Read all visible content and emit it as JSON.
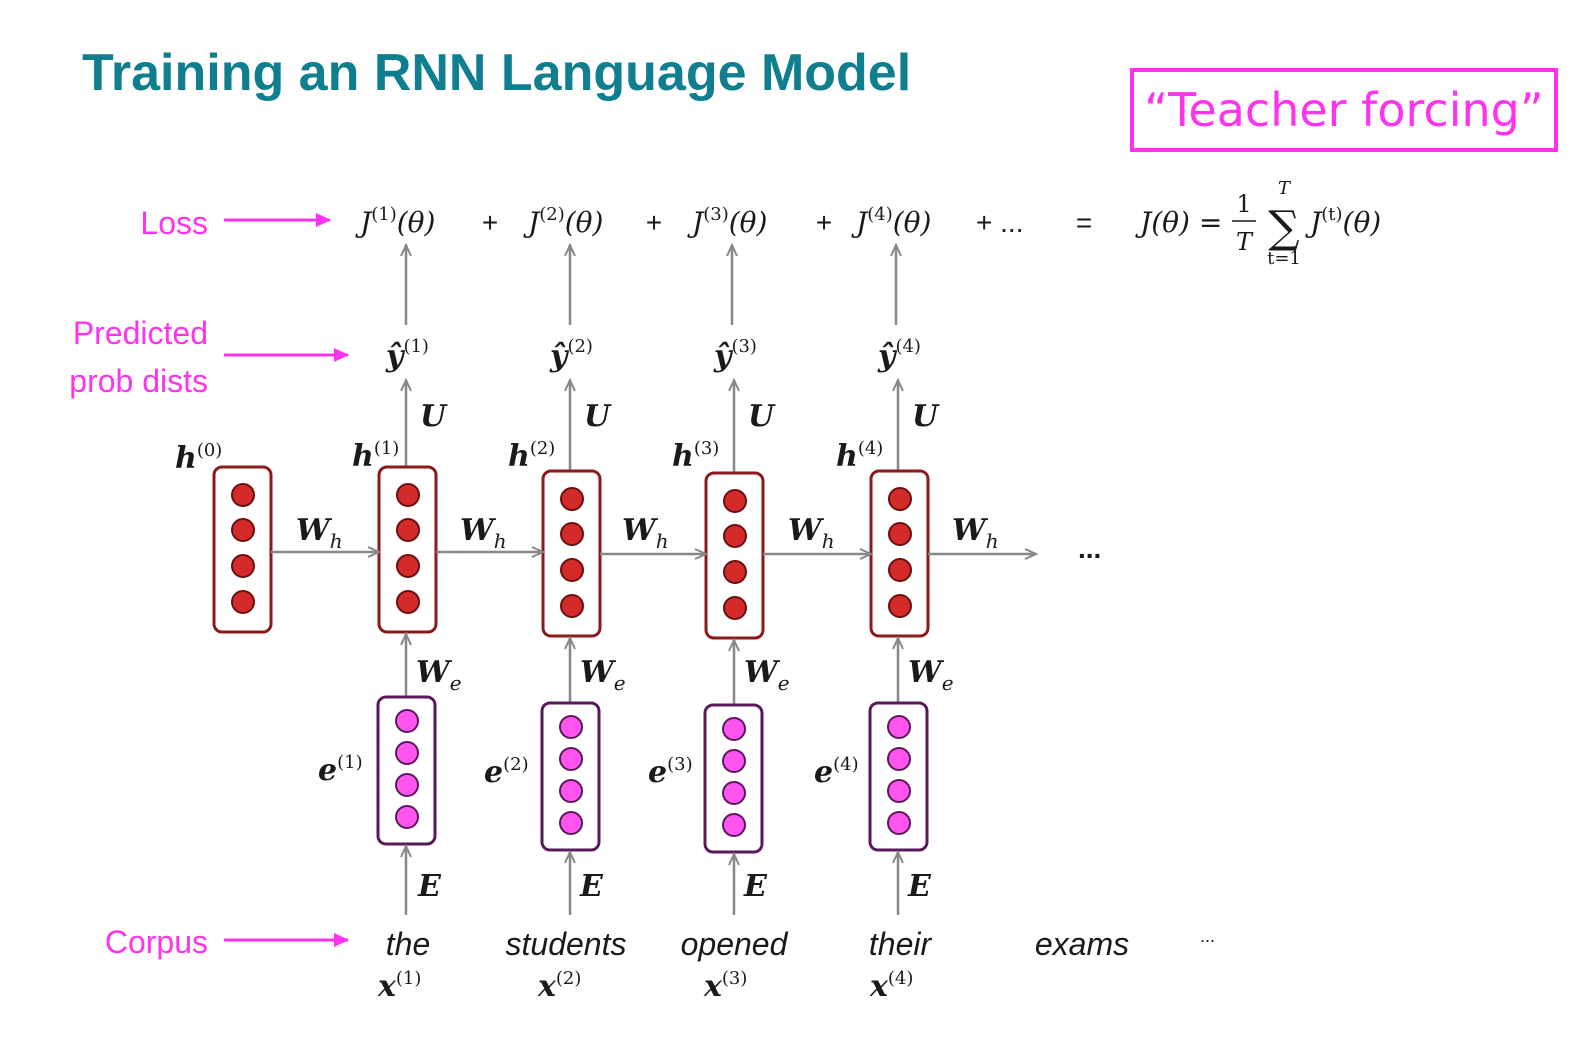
{
  "title": "Training an RNN Language Model",
  "badge": "“Teacher forcing”",
  "side_labels": {
    "loss": "Loss",
    "predicted_1": "Predicted",
    "predicted_2": "prob dists",
    "corpus": "Corpus"
  },
  "loss_terms": [
    {
      "base": "J",
      "sup": "(1)",
      "arg": "(θ)"
    },
    {
      "base": "J",
      "sup": "(2)",
      "arg": "(θ)"
    },
    {
      "base": "J",
      "sup": "(3)",
      "arg": "(θ)"
    },
    {
      "base": "J",
      "sup": "(4)",
      "arg": "(θ)"
    }
  ],
  "loss_ops": [
    "+",
    "+",
    "+",
    "+ ...",
    "="
  ],
  "total_loss": {
    "lhs": "J(θ) =",
    "frac_num": "1",
    "frac_den": "T",
    "sum": "∑",
    "sum_top": "T",
    "sum_bottom": "t=1",
    "term_base": "J",
    "term_sup": "(t)",
    "term_arg": "(θ)"
  },
  "predictions": [
    {
      "base": "ŷ",
      "sup": "(1)"
    },
    {
      "base": "ŷ",
      "sup": "(2)"
    },
    {
      "base": "ŷ",
      "sup": "(3)"
    },
    {
      "base": "ŷ",
      "sup": "(4)"
    }
  ],
  "u_label": "U",
  "hidden_labels": [
    {
      "base": "h",
      "sup": "(0)"
    },
    {
      "base": "h",
      "sup": "(1)"
    },
    {
      "base": "h",
      "sup": "(2)"
    },
    {
      "base": "h",
      "sup": "(3)"
    },
    {
      "base": "h",
      "sup": "(4)"
    }
  ],
  "wh_label": {
    "base": "W",
    "sub": "h"
  },
  "we_label": {
    "base": "W",
    "sub": "e"
  },
  "embedding_labels": [
    {
      "base": "e",
      "sup": "(1)"
    },
    {
      "base": "e",
      "sup": "(2)"
    },
    {
      "base": "e",
      "sup": "(3)"
    },
    {
      "base": "e",
      "sup": "(4)"
    }
  ],
  "e_label": "E",
  "words": [
    "the",
    "students",
    "opened",
    "their",
    "exams"
  ],
  "inputs": [
    {
      "base": "x",
      "sup": "(1)"
    },
    {
      "base": "x",
      "sup": "(2)"
    },
    {
      "base": "x",
      "sup": "(3)"
    },
    {
      "base": "x",
      "sup": "(4)"
    }
  ],
  "ellipsis_chain": "...",
  "ellipsis_corpus": "...",
  "colors": {
    "title": "#0f7f8f",
    "accent": "#ff33ee",
    "hidden_box": "#8b1a1a",
    "hidden_dot": "#d42a2a",
    "embed_box": "#5a1a5a",
    "embed_dot": "#ff55ee",
    "arrow": "#888888"
  }
}
